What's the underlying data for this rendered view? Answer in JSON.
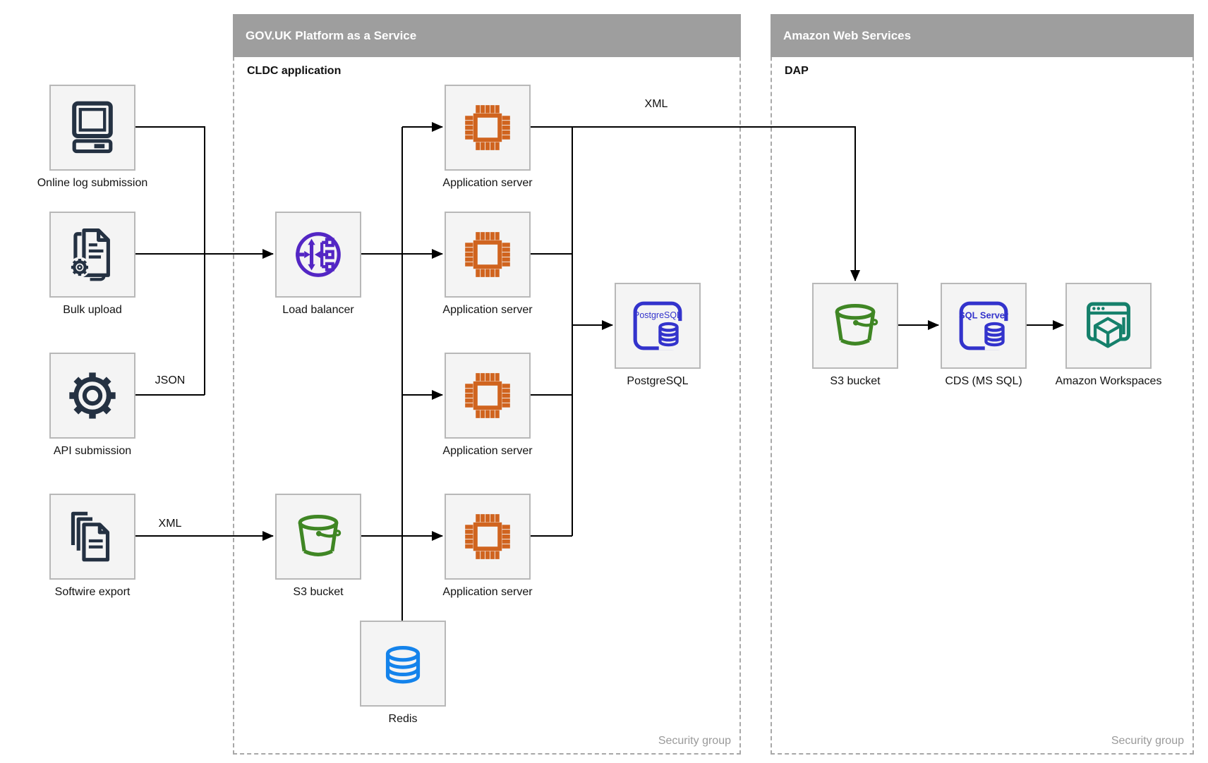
{
  "paas": {
    "title": "GOV.UK Platform as a Service",
    "sublabel": "CLDC application",
    "footer": "Security group"
  },
  "aws": {
    "title": "Amazon Web Services",
    "sublabel": "DAP",
    "footer": "Security group"
  },
  "nodes": {
    "online_log": {
      "label": "Online log submission",
      "icon": "desktop-computer-icon"
    },
    "bulk_upload": {
      "label": "Bulk upload",
      "icon": "document-gear-icon"
    },
    "api_submission": {
      "label": "API submission",
      "icon": "gear-icon"
    },
    "softwire_export": {
      "label": "Softwire export",
      "icon": "documents-stack-icon"
    },
    "load_balancer": {
      "label": "Load balancer",
      "icon": "load-balancer-icon"
    },
    "paas_s3": {
      "label": "S3 bucket",
      "icon": "bucket-icon"
    },
    "app_server_1": {
      "label": "Application server",
      "icon": "chip-icon"
    },
    "app_server_2": {
      "label": "Application server",
      "icon": "chip-icon"
    },
    "app_server_3": {
      "label": "Application server",
      "icon": "chip-icon"
    },
    "app_server_4": {
      "label": "Application server",
      "icon": "chip-icon"
    },
    "postgresql": {
      "label": "PostgreSQL",
      "badge": "PostgreSQL",
      "icon": "postgresql-database-icon"
    },
    "redis": {
      "label": "Redis",
      "icon": "database-cylinder-icon"
    },
    "aws_s3": {
      "label": "S3 bucket",
      "icon": "bucket-icon"
    },
    "cds": {
      "label": "CDS (MS SQL)",
      "badge": "SQL Server",
      "icon": "sql-server-database-icon"
    },
    "workspaces": {
      "label": "Amazon Workspaces",
      "icon": "workspaces-window-cube-icon"
    }
  },
  "edge_labels": {
    "api_to_app": "JSON",
    "softwire_to_s3": "XML",
    "app_to_aws": "XML"
  },
  "colors": {
    "navy": "#243142",
    "orange": "#d0641f",
    "purple": "#5326c4",
    "green": "#3f8624",
    "indigo": "#3333cc",
    "redis_blue": "#1483eb",
    "teal": "#15806b",
    "header_gray": "#9e9e9e",
    "box_bg": "#f4f4f4",
    "box_border": "#b8b8b8",
    "container_border": "#a8a8a8",
    "footer_gray": "#9a9a9a",
    "line": "#000000"
  }
}
